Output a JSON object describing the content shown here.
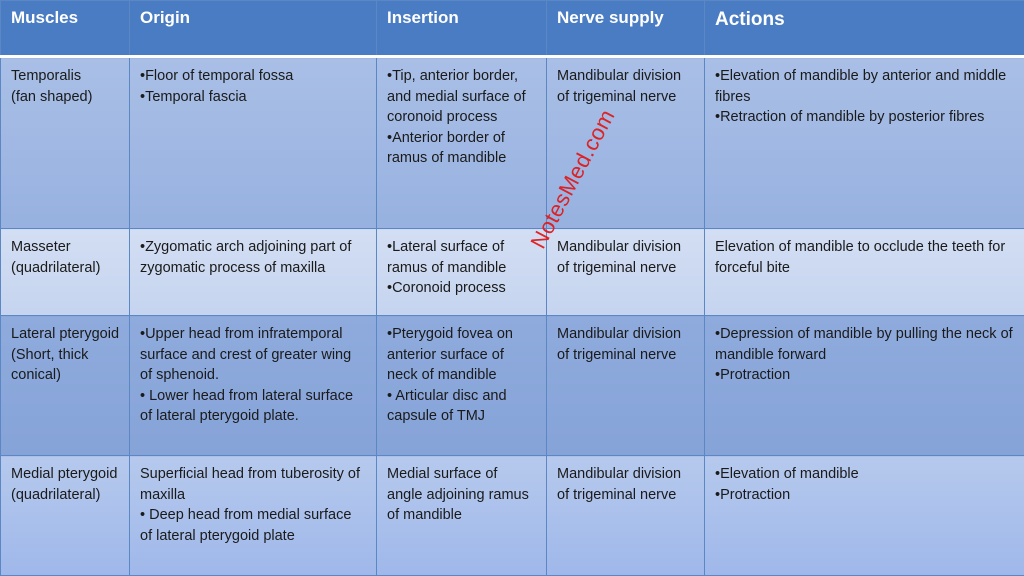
{
  "headers": {
    "muscles": "Muscles",
    "origin": "Origin",
    "insertion": "Insertion",
    "nerve": "Nerve supply",
    "actions": "Actions"
  },
  "rows": [
    {
      "muscle": [
        "Temporalis",
        "(fan shaped)"
      ],
      "origin": [
        "•Floor of temporal fossa",
        "•Temporal fascia"
      ],
      "insertion": [
        "•Tip, anterior border, and medial surface of coronoid process",
        "•Anterior border of ramus of mandible"
      ],
      "nerve": "Mandibular division of trigeminal nerve",
      "actions": [
        "•Elevation of mandible by anterior and middle fibres",
        "•Retraction of mandible by posterior fibres"
      ]
    },
    {
      "muscle": [
        "Masseter",
        "(quadrilateral)"
      ],
      "origin": [
        "•Zygomatic arch adjoining part of zygomatic process of maxilla"
      ],
      "insertion": [
        "•Lateral surface of ramus of mandible",
        "•Coronoid process"
      ],
      "nerve": "Mandibular division of trigeminal nerve",
      "actions": [
        "Elevation of mandible to occlude the teeth for forceful bite"
      ]
    },
    {
      "muscle": [
        "Lateral pterygoid",
        "(Short, thick conical)"
      ],
      "origin": [
        "•Upper head from infratemporal surface and crest of greater wing of sphenoid.",
        "• Lower head from lateral surface of lateral pterygoid plate."
      ],
      "insertion": [
        "•Pterygoid fovea on anterior surface of neck of mandible",
        "• Articular disc and capsule of TMJ"
      ],
      "nerve": "Mandibular division of trigeminal nerve",
      "actions": [
        "•Depression of mandible by pulling the neck of mandible forward",
        "•Protraction"
      ]
    },
    {
      "muscle": [
        "Medial pterygoid",
        "(quadrilateral)"
      ],
      "origin": [
        "Superficial head from tuberosity of maxilla",
        "• Deep head from medial surface of lateral pterygoid plate"
      ],
      "insertion": [
        "Medial surface of angle adjoining ramus of mandible"
      ],
      "nerve": "Mandibular division of trigeminal nerve",
      "actions": [
        "•Elevation of mandible",
        "•Protraction"
      ]
    }
  ],
  "watermark": "NotesMed.com"
}
